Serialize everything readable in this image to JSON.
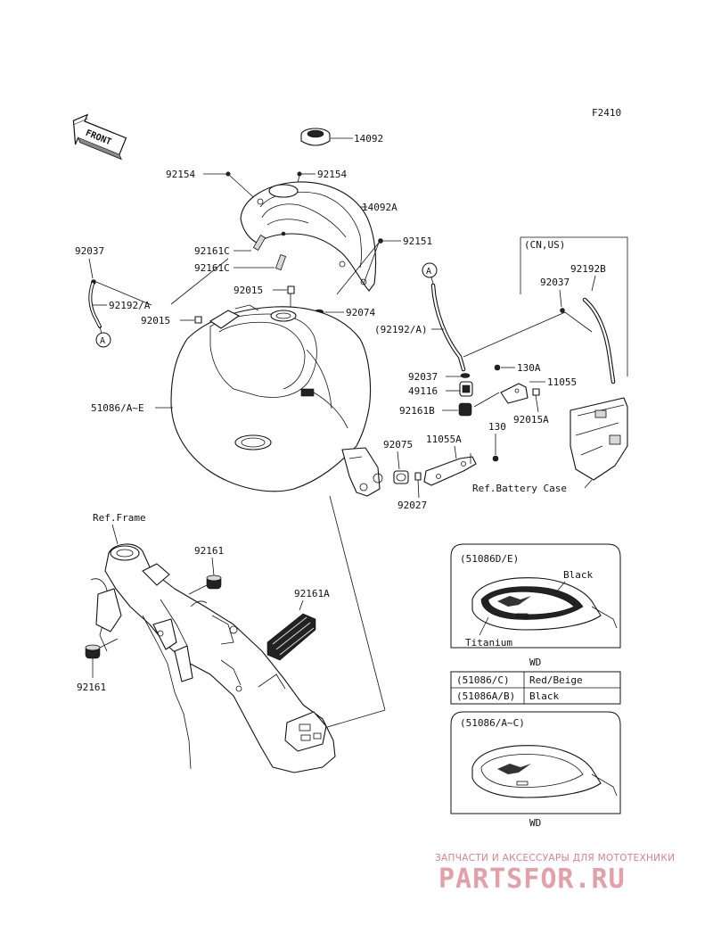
{
  "figure_code": "F2410",
  "front_label": "FRONT",
  "callouts": [
    {
      "id": "14092",
      "text": "14092"
    },
    {
      "id": "92154-left",
      "text": "92154"
    },
    {
      "id": "92154-right",
      "text": "92154"
    },
    {
      "id": "14092A",
      "text": "14092A"
    },
    {
      "id": "92037-left",
      "text": "92037"
    },
    {
      "id": "92161C-a",
      "text": "92161C"
    },
    {
      "id": "92151",
      "text": "92151"
    },
    {
      "id": "92161C-b",
      "text": "92161C"
    },
    {
      "id": "92192-A-left",
      "text": "92192/A"
    },
    {
      "id": "92015-a",
      "text": "92015"
    },
    {
      "id": "92015-b",
      "text": "92015"
    },
    {
      "id": "92074",
      "text": "92074"
    },
    {
      "id": "92192-A-mid",
      "text": "(92192/A)"
    },
    {
      "id": "92037-mid",
      "text": "92037"
    },
    {
      "id": "49116",
      "text": "49116"
    },
    {
      "id": "92161B",
      "text": "92161B"
    },
    {
      "id": "130A",
      "text": "130A"
    },
    {
      "id": "11055",
      "text": "11055"
    },
    {
      "id": "92015A",
      "text": "92015A"
    },
    {
      "id": "51086-A-E",
      "text": "51086/A~E"
    },
    {
      "id": "92075",
      "text": "92075"
    },
    {
      "id": "11055A",
      "text": "11055A"
    },
    {
      "id": "130",
      "text": "130"
    },
    {
      "id": "92027",
      "text": "92027"
    },
    {
      "id": "ref-battery-case",
      "text": "Ref.Battery Case"
    },
    {
      "id": "92192B",
      "text": "92192B"
    },
    {
      "id": "92037-right",
      "text": "92037"
    },
    {
      "id": "ref-frame",
      "text": "Ref.Frame"
    },
    {
      "id": "92161-top",
      "text": "92161"
    },
    {
      "id": "92161A",
      "text": "92161A"
    },
    {
      "id": "92161-bottom",
      "text": "92161"
    }
  ],
  "connector_marks": [
    {
      "id": "A-left",
      "text": "A"
    },
    {
      "id": "A-mid",
      "text": "A"
    }
  ],
  "region_box": {
    "label": "(CN,US)"
  },
  "color_panel_top": {
    "title": "(51086D/E)",
    "labels": [
      "Black",
      "Titanium"
    ],
    "caption": "WD"
  },
  "color_table": [
    {
      "code": "(51086/C)",
      "color": "Red/Beige"
    },
    {
      "code": "(51086A/B)",
      "color": "Black"
    }
  ],
  "color_panel_bottom": {
    "title": "(51086/A~C)",
    "caption": "WD"
  },
  "watermark": {
    "subtitle": "ЗАПЧАСТИ И АКСЕССУАРЫ ДЛЯ МОТОТЕХНИКИ",
    "brand": "PARTSFOR.RU"
  }
}
